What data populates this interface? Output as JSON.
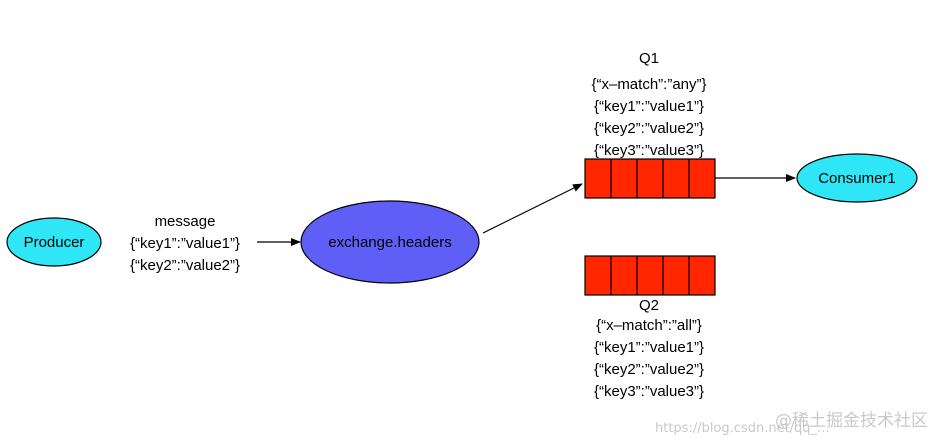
{
  "colors": {
    "producer_fill": "#2ee6f5",
    "exchange_fill": "#5f5ff7",
    "consumer_fill": "#2ee6f5",
    "queue_fill": "#ff2600",
    "stroke": "#000000",
    "watermark": "#c9c9c9"
  },
  "producer": {
    "label": "Producer"
  },
  "exchange": {
    "label": "exchange.headers"
  },
  "consumer": {
    "label": "Consumer1"
  },
  "message": {
    "title": "message",
    "lines": [
      "{“key1”:”value1”}",
      "{“key2”:”value2”}"
    ]
  },
  "queues": [
    {
      "name": "Q1",
      "lines": [
        "{“x–match”:”any”}",
        "{“key1”:”value1”}",
        "{“key2”:”value2”}",
        "{“key3”:”value3”}"
      ]
    },
    {
      "name": "Q2",
      "lines": [
        "{“x–match”:”all”}",
        "{“key1”:”value1”}",
        "{“key2”:”value2”}",
        "{“key3”:”value3”}"
      ]
    }
  ],
  "watermark": {
    "url": "https://blog.csdn.net/qq_...",
    "brand": "@稀土掘金技术社区"
  }
}
